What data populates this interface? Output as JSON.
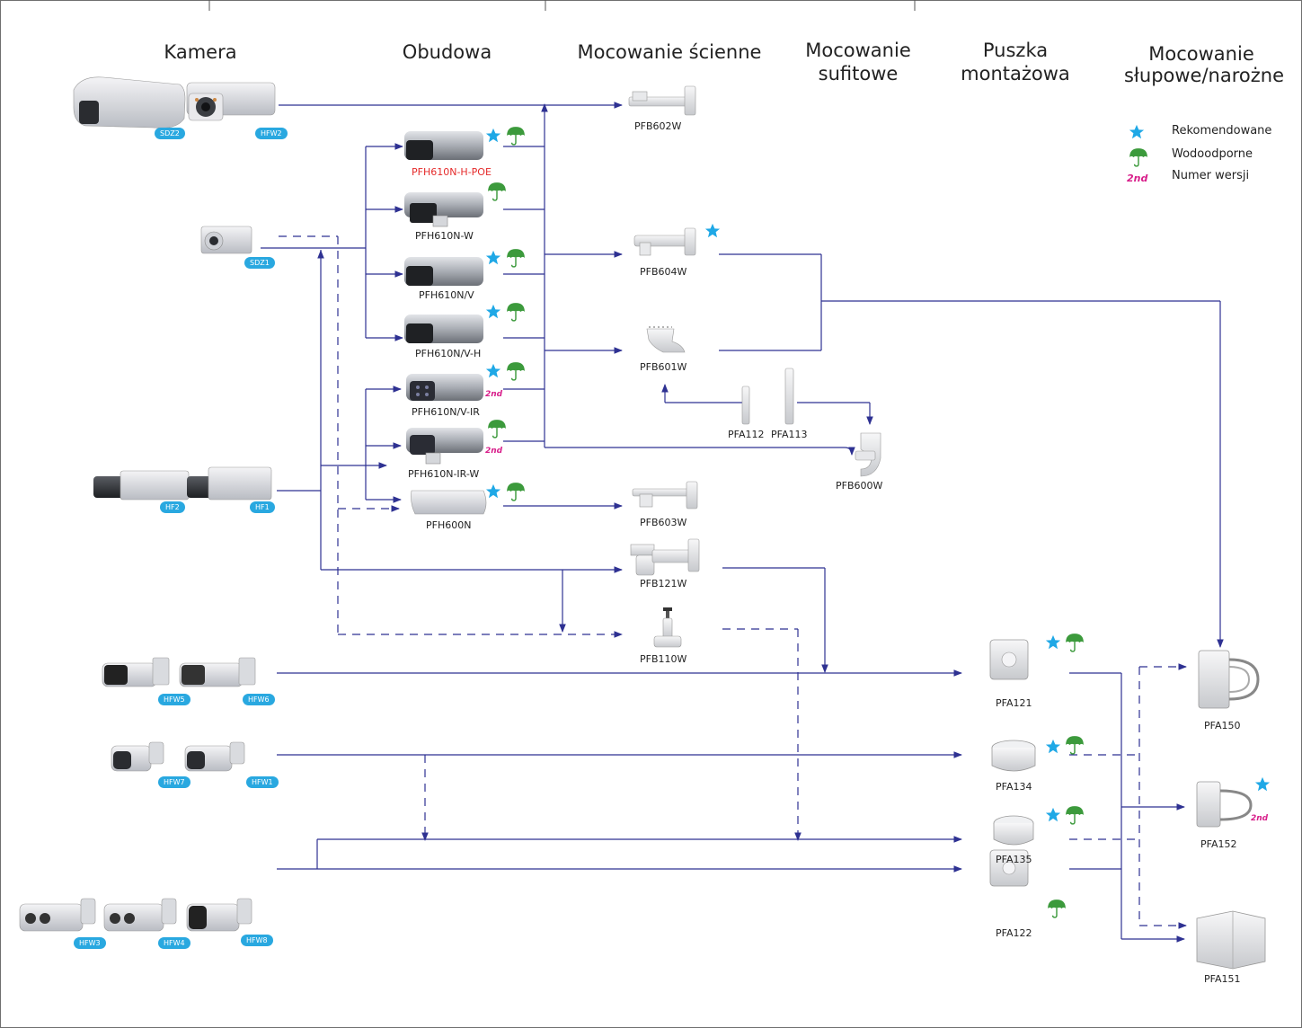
{
  "headers": {
    "camera": "Kamera",
    "housing": "Obudowa",
    "wall_mount": "Mocowanie ścienne",
    "ceiling_mount_1": "Mocowanie",
    "ceiling_mount_2": "sufitowe",
    "junction_box_1": "Puszka",
    "junction_box_2": "montażowa",
    "pole_mount_1": "Mocowanie",
    "pole_mount_2": "słupowe/narożne"
  },
  "legend": {
    "recommended": "Rekomendowane",
    "waterproof": "Wodoodporne",
    "version_tag": "2nd",
    "version": "Numer wersji"
  },
  "cameras": {
    "sdz2": "SDZ2",
    "hfw2": "HFW2",
    "sdz1": "SDZ1",
    "hf2": "HF2",
    "hf1": "HF1",
    "hfw5": "HFW5",
    "hfw6": "HFW6",
    "hfw7": "HFW7",
    "hfw1": "HFW1",
    "hfw3": "HFW3",
    "hfw4": "HFW4",
    "hfw8": "HFW8"
  },
  "housings": {
    "h1": "PFH610N-H-POE",
    "h2": "PFH610N-W",
    "h3": "PFH610N/V",
    "h4": "PFH610N/V-H",
    "h5": "PFH610N/V-IR",
    "h6": "PFH610N-IR-W",
    "h7": "PFH600N"
  },
  "mounts": {
    "m602": "PFB602W",
    "m604": "PFB604W",
    "m601": "PFB601W",
    "m603": "PFB603W",
    "m121": "PFB121W",
    "m110": "PFB110W",
    "m600": "PFB600W",
    "pfa112": "PFA112",
    "pfa113": "PFA113"
  },
  "boxes": {
    "pfa121": "PFA121",
    "pfa134": "PFA134",
    "pfa135": "PFA135",
    "pfa122": "PFA122"
  },
  "poles": {
    "pfa150": "PFA150",
    "pfa152": "PFA152",
    "pfa151": "PFA151"
  },
  "colors": {
    "line": "#2e3192",
    "star": "#1fa8e6",
    "umbrella": "#3c9a3c",
    "version": "#d81e8a",
    "highlight_label": "#e52b2b",
    "badge": "#29a8e0"
  }
}
